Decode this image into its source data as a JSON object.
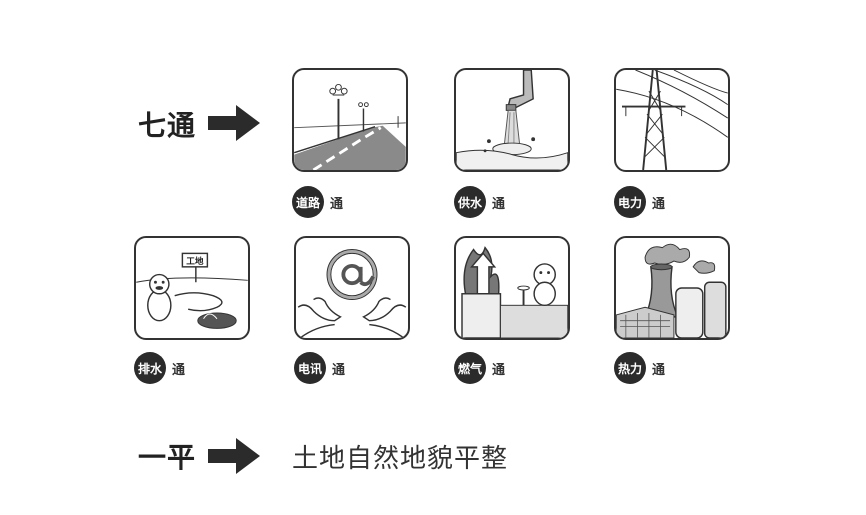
{
  "row1": {
    "label": "七通"
  },
  "row2": {
    "label": "一平",
    "description": "土地自然地貌平整"
  },
  "items": [
    {
      "name": "道路",
      "suffix": "通",
      "icon": "road-icon"
    },
    {
      "name": "供水",
      "suffix": "通",
      "icon": "water-faucet-icon"
    },
    {
      "name": "电力",
      "suffix": "通",
      "icon": "power-tower-icon"
    },
    {
      "name": "排水",
      "suffix": "通",
      "icon": "drainage-icon"
    },
    {
      "name": "电讯",
      "suffix": "通",
      "icon": "telecom-at-icon"
    },
    {
      "name": "燃气",
      "suffix": "通",
      "icon": "gas-flame-icon"
    },
    {
      "name": "热力",
      "suffix": "通",
      "icon": "heat-plant-icon"
    }
  ],
  "scene_text": {
    "site_sign": "工地"
  },
  "colors": {
    "badge": "#2b2b2b",
    "arrow": "#2b2b2b",
    "line": "#333333"
  }
}
